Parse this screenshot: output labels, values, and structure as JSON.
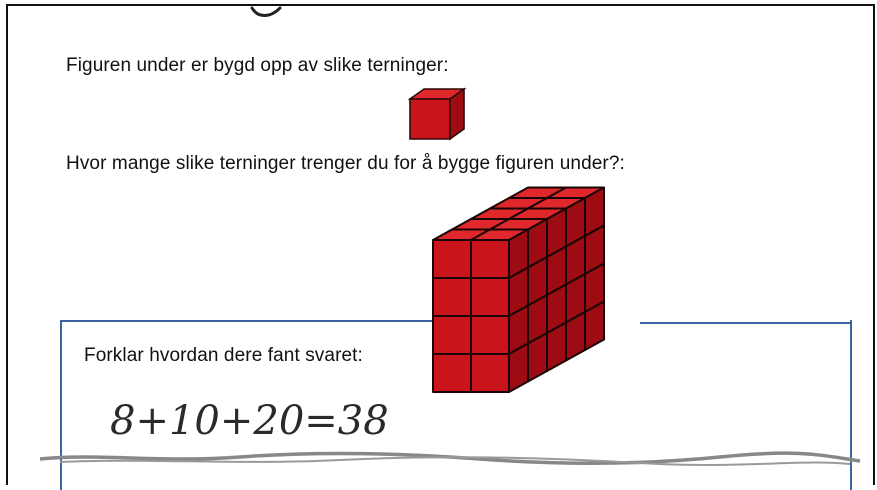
{
  "worksheet": {
    "intro_text": "Figuren under er bygd opp av slike terninger:",
    "question_text": "Hvor mange slike terninger trenger du for å bygge figuren under?:",
    "explain_prompt": "Forklar hvordan dere fant svaret:",
    "handwritten_answer": "8+10+20=38"
  },
  "colors": {
    "cube_front": "#c8141a",
    "cube_top": "#e0282c",
    "cube_side": "#9c0c12",
    "answer_box_border": "#3c63a6",
    "pencil_line": "#888888"
  }
}
